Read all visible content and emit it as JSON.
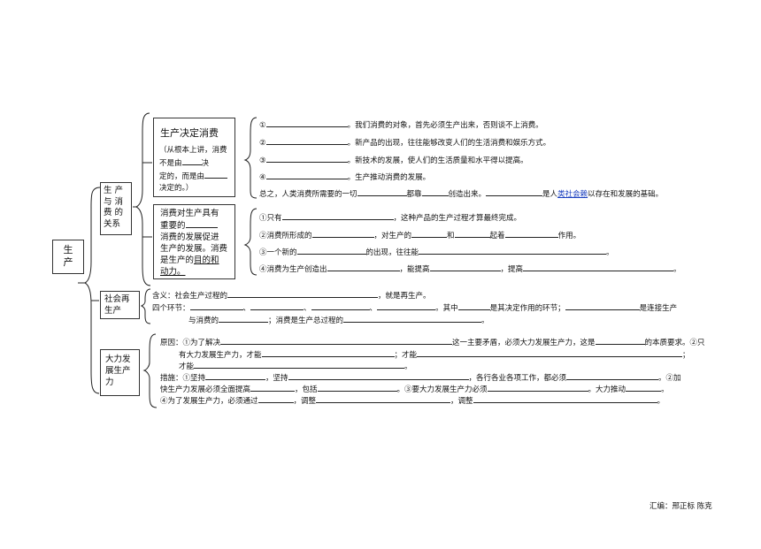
{
  "root": {
    "label": "生\n产"
  },
  "branches": {
    "consumption": "生 产\n与 消\n费 的\n关系",
    "reproduction": "社会再\n生产",
    "development": "大力发\n展生产\n力"
  },
  "decide": {
    "title": "生产决定消费",
    "note_l1": "（从根本上讲，消费",
    "note_l2a": "不是由",
    "note_l2b": "决",
    "note_l3a": "定的，而是由",
    "note_l4": "决定的。）"
  },
  "decide_items": {
    "i1": "。我们消费的对象，首先必须生产出来，否则谈不上消费。",
    "i2": "。新产品的出现，往往能够改变人们的生活消费和娱乐方式。",
    "i3": "。新技术的发展，使人们的生活质量和水平得以提高。",
    "i4": "。生产推动消费的发展。",
    "s1": "总之，人类消费所需要的一切",
    "s2": "都靠",
    "s3": "创造出来。",
    "s4": "是人",
    "s_link": "类社会赖",
    "s5": "以存在和发展的基础。",
    "n1": "①",
    "n2": "②",
    "n3": "③",
    "n4": "④"
  },
  "react": {
    "l1": "消费对生产具有",
    "l2": "重要的",
    "l3": "消费的发展促进",
    "l4": "生产的发展。消费",
    "l5a": "是生产的",
    "l5b": "目的和",
    "l6": "动力。"
  },
  "react_items": {
    "a1": "①只有",
    "a2": "，这种产品的生产过程才算最终完成。",
    "b1": "②消费所形成的",
    "b2": "，对生产的",
    "b3": "和",
    "b4": "起着",
    "b5": "作用。",
    "c1": "③一个新的",
    "c2": "的出现，往往能",
    "c3": "。",
    "d1": "④消费为生产创造出",
    "d2": "，能提高",
    "d3": "，提高",
    "d4": "。"
  },
  "reproduction": {
    "a1": "含义：社会生产过程的",
    "a2": "，就是再生产。",
    "b1": "四个环节：",
    "b2": "、",
    "b3": "、",
    "b4": "、",
    "b5": "。其中",
    "b6": "是其决定作用的环节；",
    "b7": "是连接生产",
    "c1": "与消费的",
    "c2": "；消费是生产总过程的",
    "c3": "。"
  },
  "development": {
    "r1a": "原因：①为了解决",
    "r1b": "这一主要矛盾，必须大力发展生产力，这是",
    "r1c": "的本质要求。②只",
    "r2a": "有大力发展生产力，才能",
    "r2b": "；才能",
    "r2c": "；",
    "r3a": "才能",
    "r3b": "。",
    "m1a": "措施：①坚持",
    "m1b": "，坚持",
    "m1c": "，各行各业各项工作，都必须",
    "m1d": "。②加",
    "m2a": "快生产力发展必须全面提高",
    "m2b": "，包括",
    "m2c": "。③要大力发展生产力必须",
    "m2d": "。大力推动",
    "m2e": "。",
    "m3a": "④为了发展生产力，必须通过",
    "m3b": "，调整",
    "m3c": "，调整",
    "m3d": "。"
  },
  "footer": "汇编：邢正标 陈克"
}
